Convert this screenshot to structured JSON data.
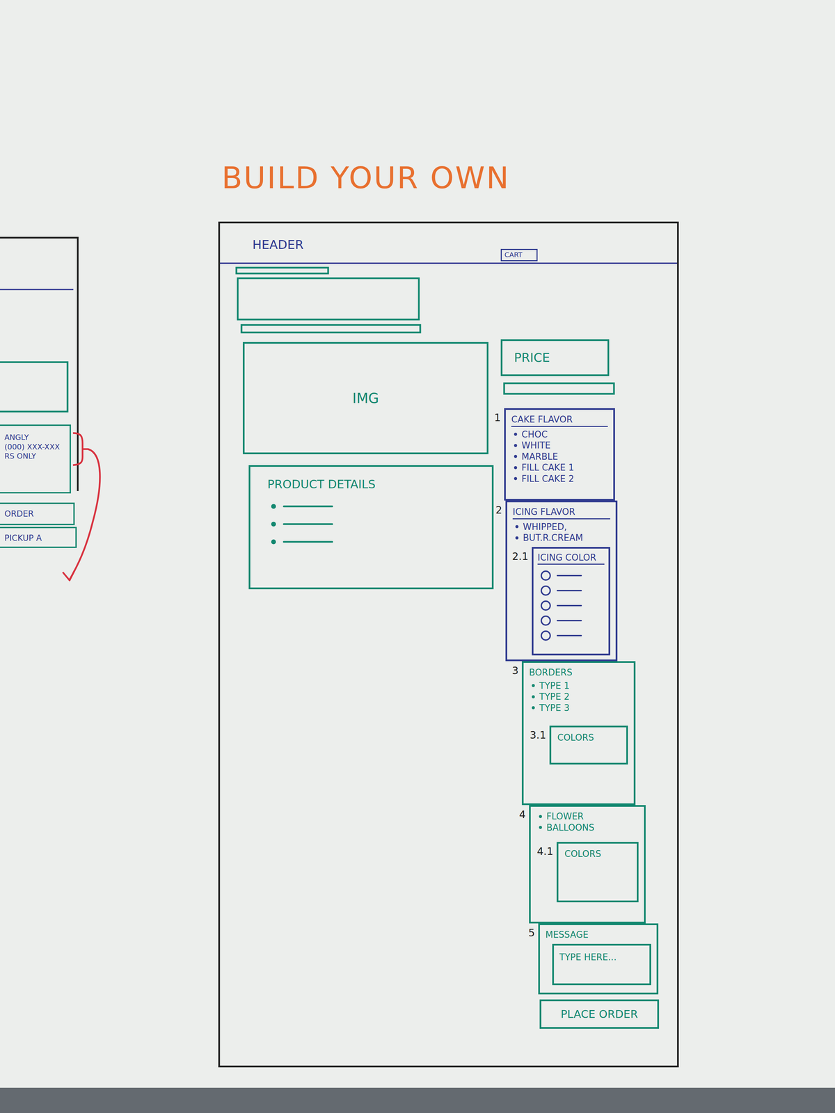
{
  "diagram": {
    "title": "BUILD YOUR OWN",
    "nodes": [
      {
        "text": [
          "HEADER"
        ]
      },
      {
        "text": [
          "CART"
        ],
        "in": 0
      },
      {
        "text": [
          "IMG"
        ],
        "in": 0
      },
      {
        "text": [
          "PRODUCT DETAILS"
        ],
        "in": 0
      },
      {
        "text": [
          "PRICE"
        ],
        "in": 0
      },
      {
        "text": [
          "CAKE FLAVOR",
          "CHOC",
          "WHITE",
          "MARBLE",
          "FILL CAKE 1",
          "FILL CAKE 2"
        ],
        "in": 0
      },
      {
        "text": [
          "ICING FLAVOR",
          "WHIPPED,",
          "BUT.R.CREAM"
        ],
        "in": 0
      },
      {
        "text": [
          "ICING COLOR"
        ],
        "in": 6
      },
      {
        "text": [
          "BORDERS",
          "TYPE 1",
          "TYPE 2",
          "TYPE 3"
        ],
        "in": 0
      },
      {
        "text": [
          "COLORS"
        ],
        "in": 8
      },
      {
        "text": [
          "FLOWER",
          "BALLOONS"
        ],
        "in": 0
      },
      {
        "text": [
          "COLORS"
        ],
        "in": 10
      },
      {
        "text": [
          "MESSAGE"
        ],
        "in": 0
      },
      {
        "text": [
          "TYPE HERE..."
        ],
        "in": 12
      },
      {
        "text": [
          "PLACE ORDER"
        ],
        "in": 0
      },
      {
        "text": [
          "ANGLY",
          "(000) XXX-XXX",
          "RS ONLY"
        ]
      },
      {
        "text": [
          "ORDER"
        ]
      },
      {
        "text": [
          "PICKUP A"
        ]
      }
    ],
    "labels": [
      "1",
      "2",
      "2.1",
      "3",
      "3.1",
      "4",
      "4.1",
      "5"
    ]
  }
}
